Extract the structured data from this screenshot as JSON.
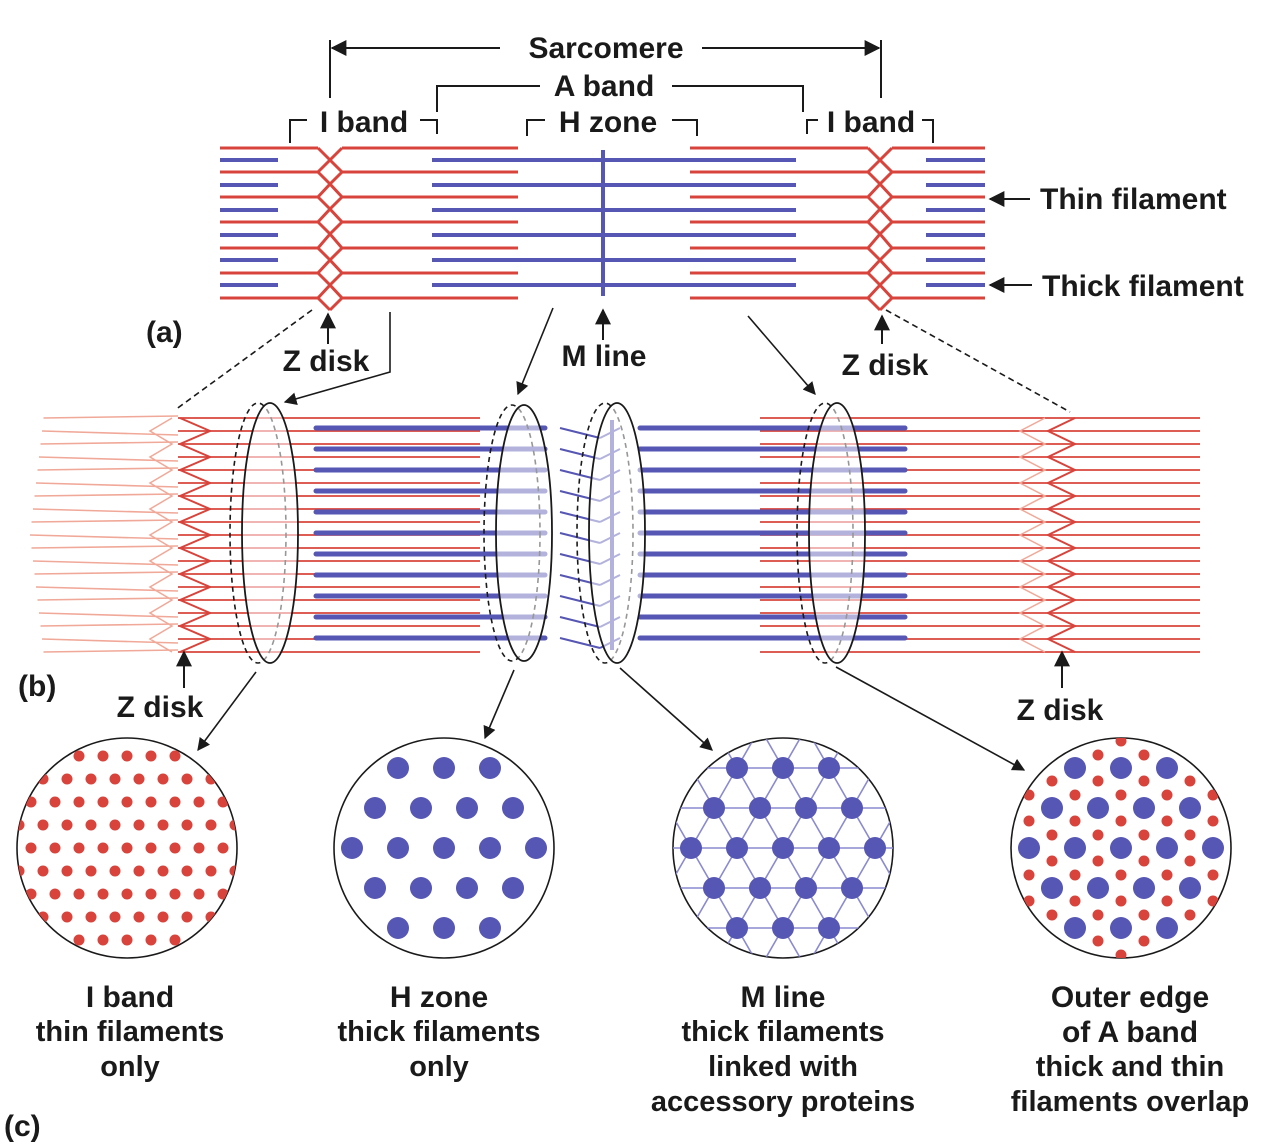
{
  "labels": {
    "sarcomere": "Sarcomere",
    "a_band": "A band",
    "i_band_left": "I band",
    "i_band_right": "I band",
    "h_zone": "H zone",
    "thin_filament": "Thin filament",
    "thick_filament": "Thick filament",
    "z_disk_a_left": "Z disk",
    "z_disk_a_right": "Z disk",
    "m_line": "M line",
    "z_disk_b_left": "Z disk",
    "z_disk_b_right": "Z disk",
    "part_a": "(a)",
    "part_b": "(b)",
    "part_c": "(c)"
  },
  "cross_sections": [
    {
      "title": "I band",
      "lines": [
        "thin filaments",
        "only"
      ]
    },
    {
      "title": "H zone",
      "lines": [
        "thick filaments",
        "only"
      ]
    },
    {
      "title": "M line",
      "lines": [
        "thick filaments",
        "linked with",
        "accessory proteins"
      ]
    },
    {
      "title": "Outer edge",
      "title2": "of A band",
      "lines": [
        "thick and thin",
        "filaments overlap"
      ]
    }
  ],
  "colors": {
    "thin": "#d8443c",
    "thick": "#5656b4",
    "line": "#1a1a1a",
    "faint_thin": "#f0a898"
  }
}
